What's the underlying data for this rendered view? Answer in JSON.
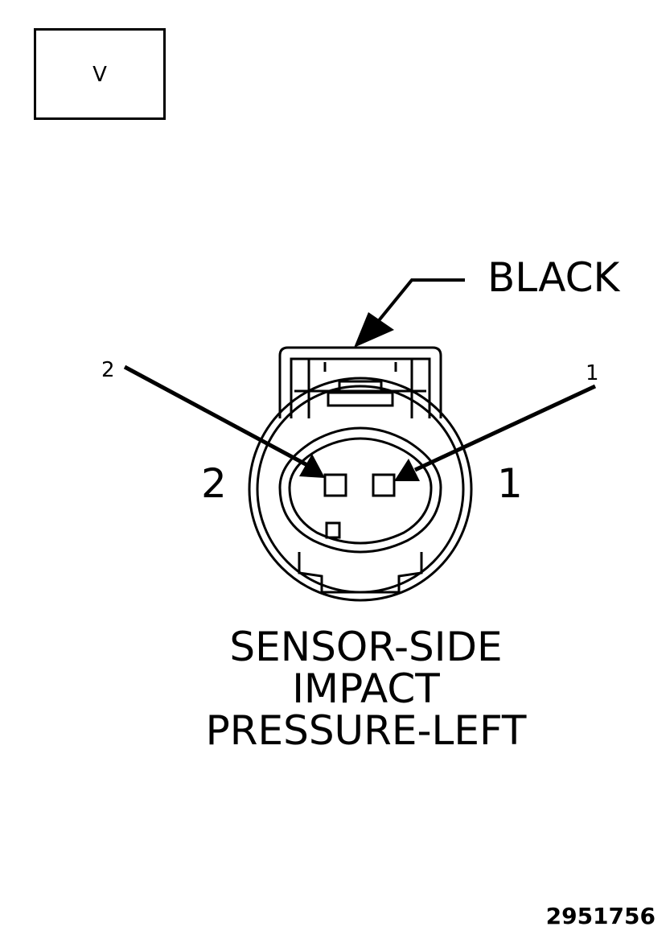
{
  "view_label": "V",
  "color_label": "BLACK",
  "pins": {
    "left_callout": "2",
    "right_callout": "1",
    "left_side": "2",
    "right_side": "1"
  },
  "caption": {
    "line1": "SENSOR-SIDE",
    "line2": "IMPACT",
    "line3": "PRESSURE-LEFT"
  },
  "figure_number": "2951756"
}
